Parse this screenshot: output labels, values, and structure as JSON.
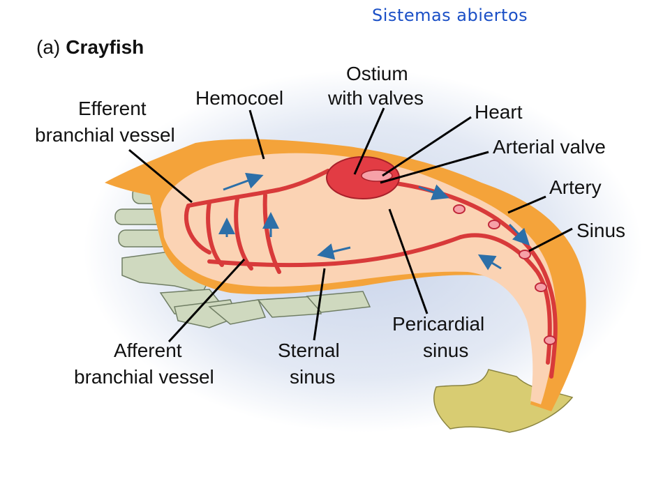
{
  "header": {
    "title": "Sistemas abiertos"
  },
  "panel": {
    "letter": "(a)",
    "organism": "Crayfish"
  },
  "labels": {
    "hemocoel": "Hemocoel",
    "ostium": [
      "Ostium",
      "with valves"
    ],
    "heart": "Heart",
    "arterial_valve": "Arterial valve",
    "artery": "Artery",
    "sinus": "Sinus",
    "efferent": [
      "Efferent",
      "branchial vessel"
    ],
    "afferent": [
      "Afferent",
      "branchial vessel"
    ],
    "sternal": [
      "Sternal",
      "sinus"
    ],
    "pericardial": [
      "Pericardial",
      "sinus"
    ]
  },
  "colors": {
    "header_text": "#1a4fc6",
    "body_outer": "#f4a33a",
    "body_inner": "#fbd3b4",
    "vessel": "#d83a3a",
    "flow_arrow": "#2c6fa8",
    "limbs": "#cfd9bf",
    "tail_fan": "#d8cc72",
    "background_glow": "#dfe6f2"
  }
}
